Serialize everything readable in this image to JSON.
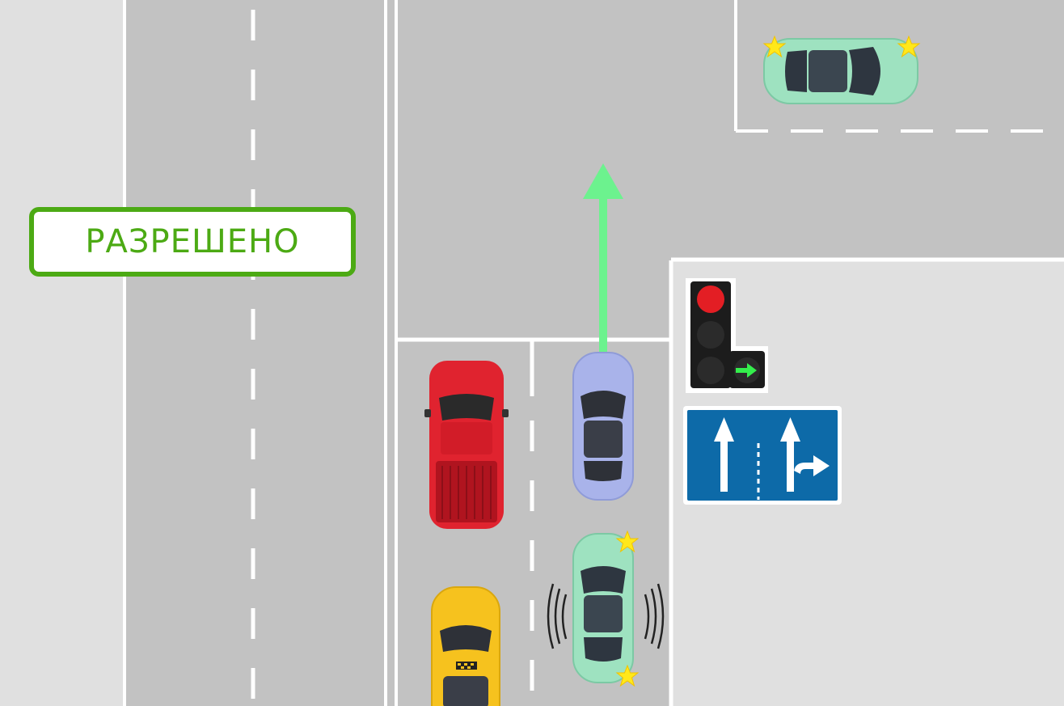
{
  "verdict": {
    "label": "РАЗРЕШЕНО"
  },
  "colors": {
    "verdict_green": "#4caa14",
    "road": "#c2c2c2",
    "sidewalk": "#e0e0e0",
    "marking": "#ffffff",
    "route_arrow": "#6cf28e",
    "sign_blue": "#0d6aa8"
  },
  "traffic_light": {
    "main_section": "red",
    "additional_section": "green-right-arrow"
  },
  "lane_sign": {
    "lanes": [
      "straight",
      "straight-or-right"
    ]
  },
  "vehicles": [
    {
      "id": "red-pickup",
      "color": "#e0232f",
      "direction": "up",
      "lane": "left"
    },
    {
      "id": "blue-car",
      "color": "#a9b3ea",
      "direction": "up",
      "lane": "right",
      "moving": "straight"
    },
    {
      "id": "taxi",
      "color": "#f6c21e",
      "direction": "up",
      "lane": "left"
    },
    {
      "id": "green-car-honking",
      "color": "#9ee2c0",
      "direction": "up",
      "lane": "right",
      "hazard_lights": true,
      "sound_signal": true
    },
    {
      "id": "green-car-parked",
      "color": "#9ee2c0",
      "direction": "right",
      "hazard_lights": true
    }
  ]
}
